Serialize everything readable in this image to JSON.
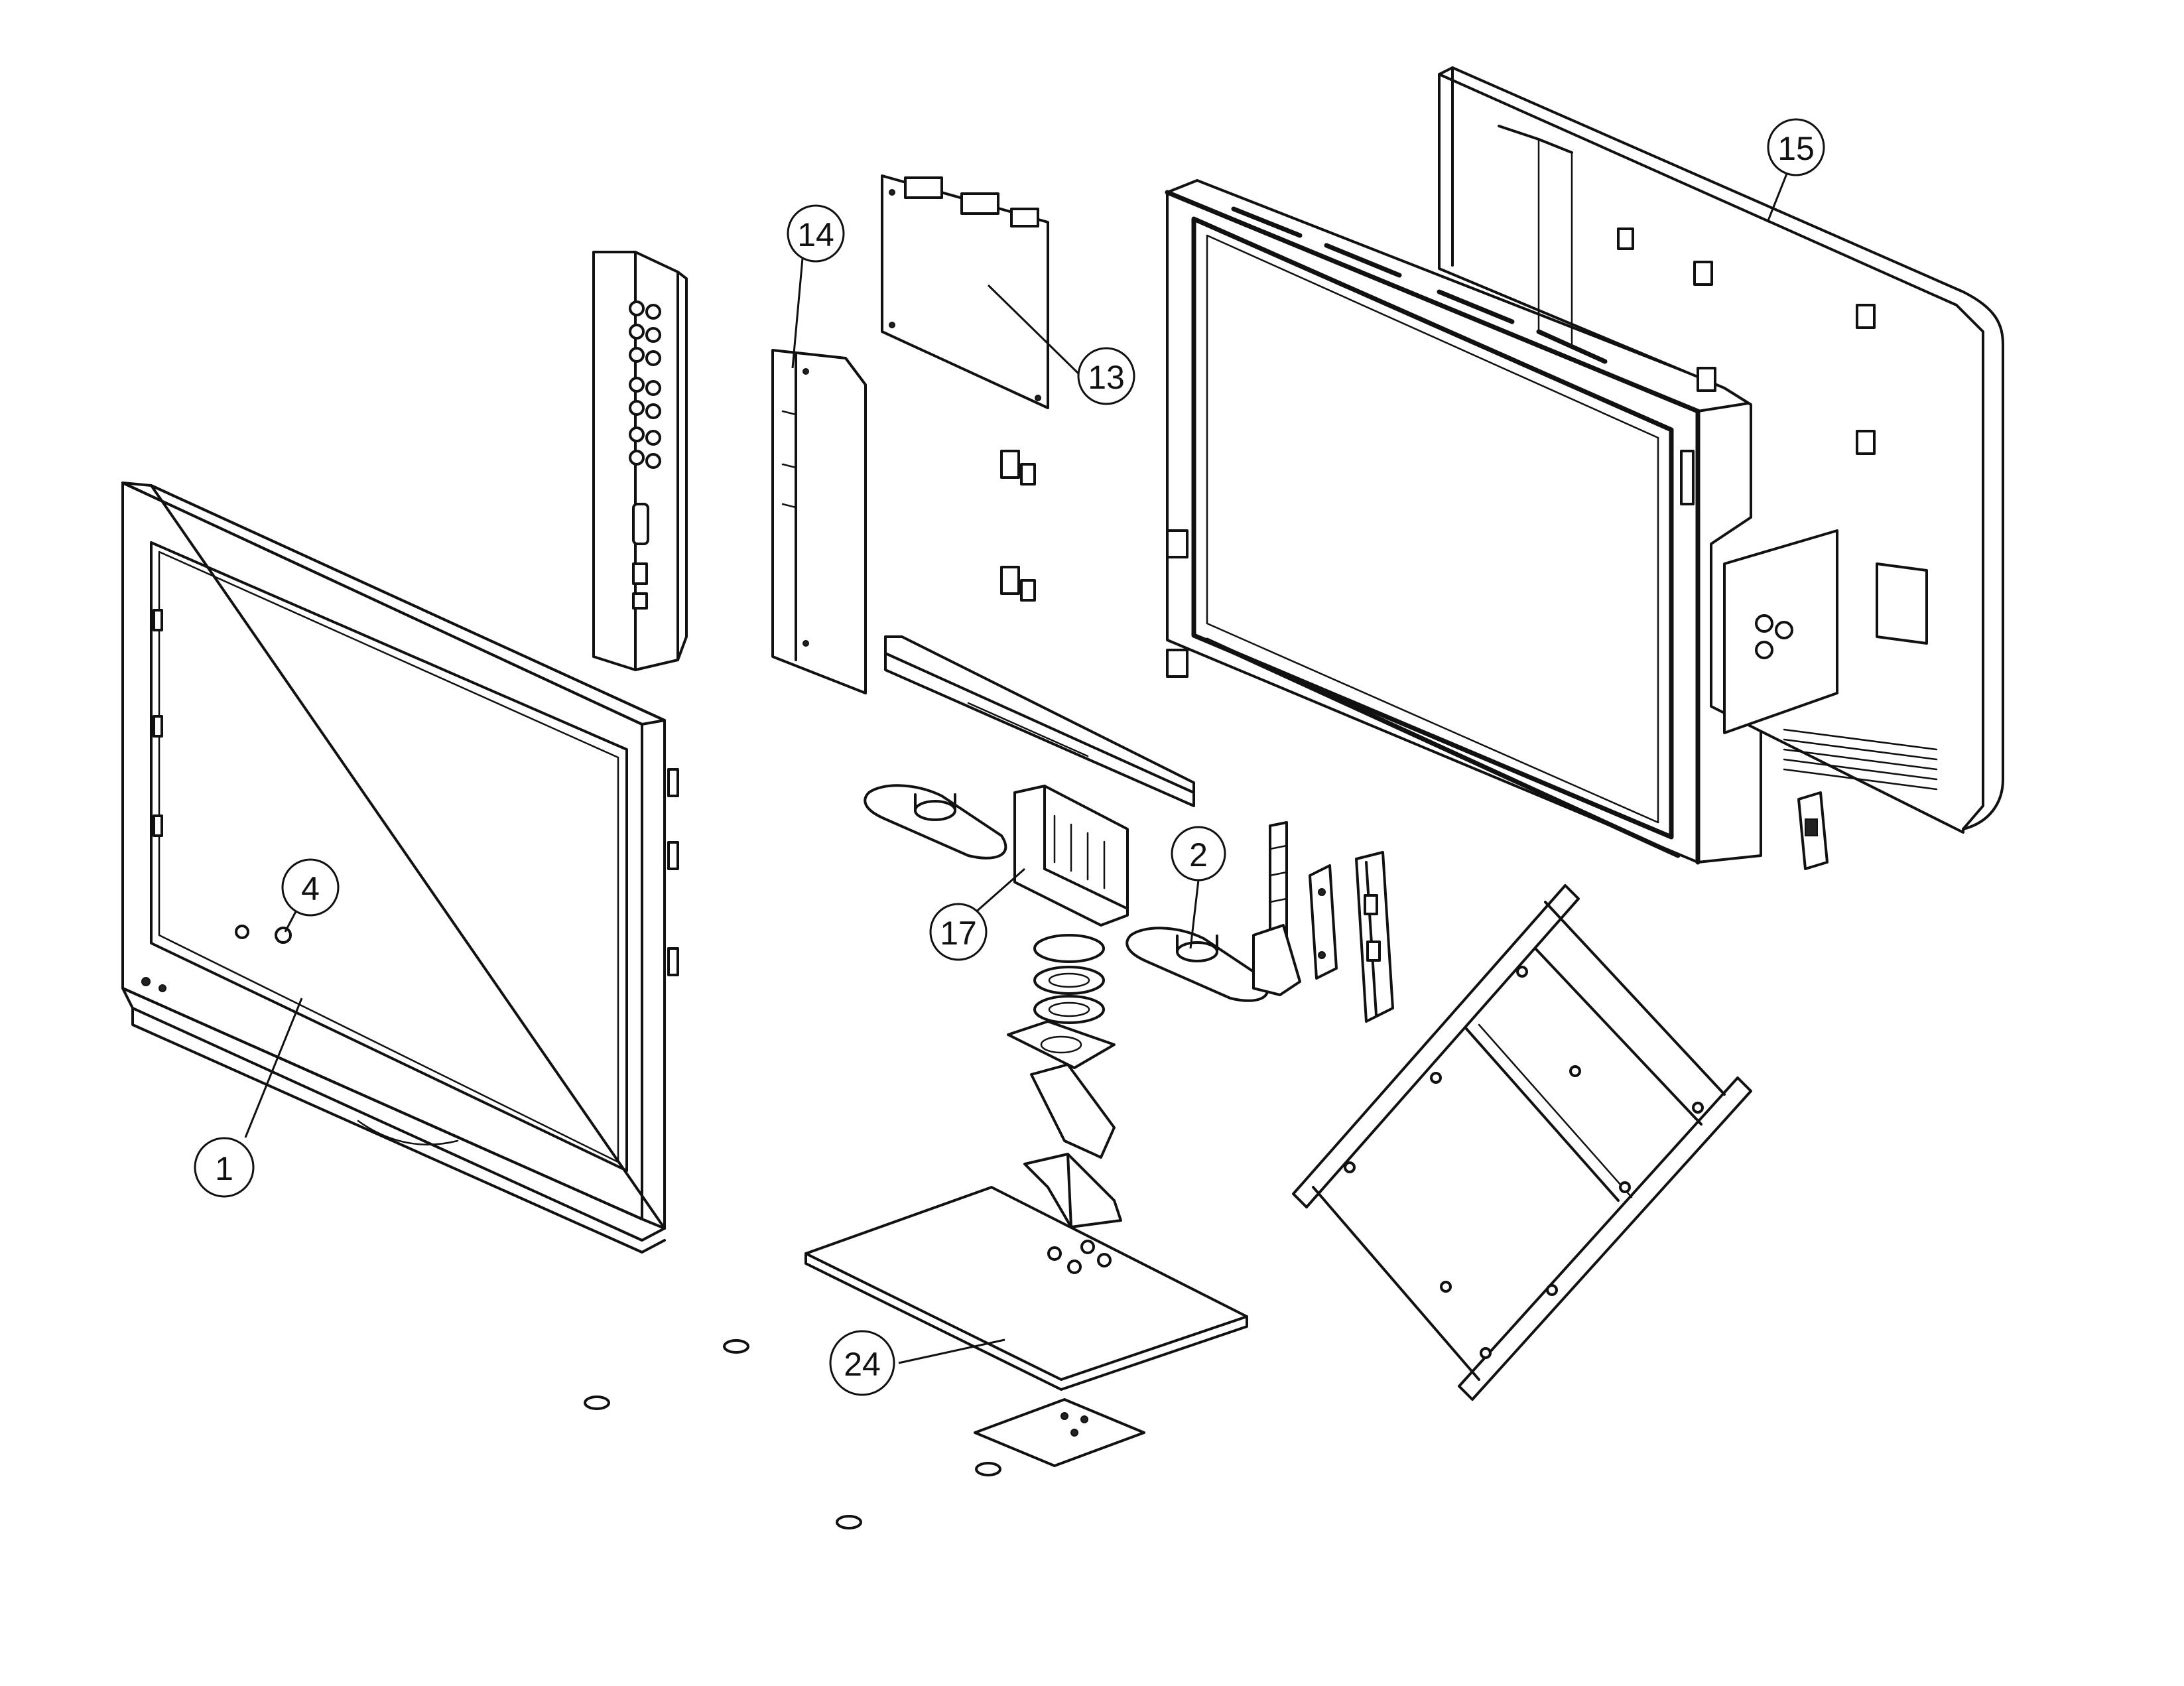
{
  "callouts": [
    {
      "id": "c1",
      "label": "1"
    },
    {
      "id": "c2",
      "label": "2"
    },
    {
      "id": "c4",
      "label": "4"
    },
    {
      "id": "c13",
      "label": "13"
    },
    {
      "id": "c14",
      "label": "14"
    },
    {
      "id": "c15",
      "label": "15"
    },
    {
      "id": "c17",
      "label": "17"
    },
    {
      "id": "c24",
      "label": "24"
    }
  ]
}
